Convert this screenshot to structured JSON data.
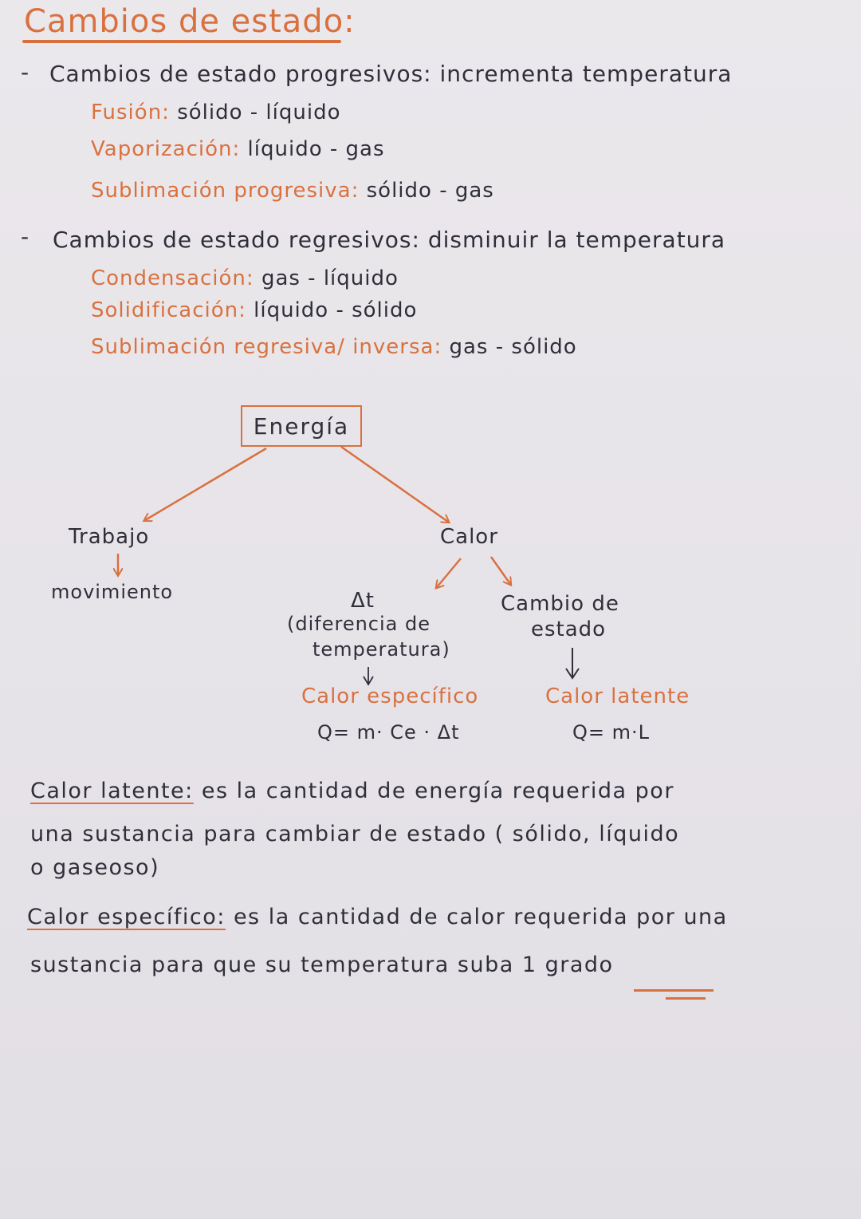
{
  "title": "Cambios de estado:",
  "progressive": {
    "heading": "Cambios de estado progresivos: incrementa temperatura",
    "items": [
      {
        "term": "Fusión:",
        "value": "sólido - líquido"
      },
      {
        "term": "Vaporización:",
        "value": "líquido - gas"
      },
      {
        "term": "Sublimación progresiva:",
        "value": "sólido - gas"
      }
    ]
  },
  "regressive": {
    "heading": "Cambios de estado regresivos: disminuir la temperatura",
    "items": [
      {
        "term": "Condensación:",
        "value": "gas - líquido"
      },
      {
        "term": "Solidificación:",
        "value": "líquido - sólido"
      },
      {
        "term": "Sublimación regresiva/ inversa:",
        "value": "gas - sólido"
      }
    ]
  },
  "diagram": {
    "root": "Energía",
    "left": {
      "label": "Trabajo",
      "child": "movimiento"
    },
    "right": {
      "label": "Calor",
      "delta": {
        "symbol": "Δt",
        "note_line1": "(diferencia de",
        "note_line2": "temperatura)",
        "result": "Calor específico",
        "formula": "Q= m· Ce · Δt"
      },
      "change": {
        "line1": "Cambio de",
        "line2": "estado",
        "result": "Calor latente",
        "formula": "Q= m·L"
      }
    }
  },
  "definitions": {
    "latent": {
      "term": "Calor latente:",
      "line1": "es la cantidad de energía requerida por",
      "line2": "una sustancia para cambiar de estado ( sólido, líquido",
      "line3": "o gaseoso)"
    },
    "specific": {
      "term": "Calor específico:",
      "line1": "es la cantidad de calor requerida por una",
      "line2": "sustancia para que su temperatura suba",
      "emphasis": "1 grado"
    }
  },
  "colors": {
    "accent": "#d9713f",
    "ink": "#2f2f3a",
    "paper": "#e9e6ea"
  }
}
